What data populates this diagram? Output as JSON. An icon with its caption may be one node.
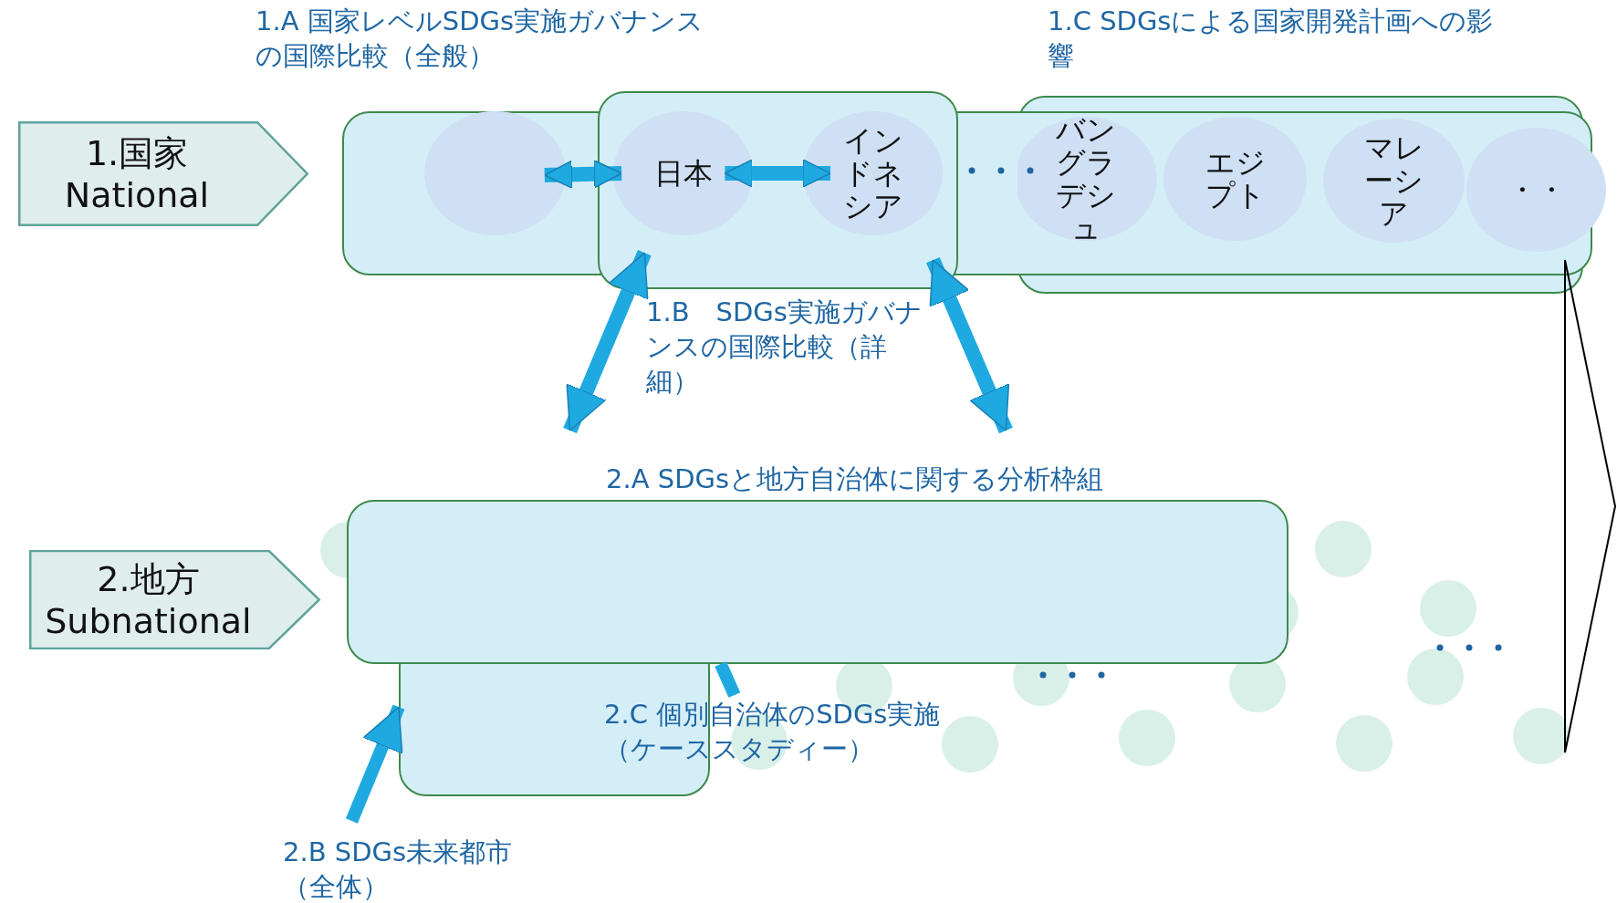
{
  "diagram": {
    "nodes": [
      {
        "text": [
          "1.国家 National"
        ]
      },
      {
        "text": [
          "1.A 国家レベルSDGs実施ガバナンスの国際比較（全般）"
        ]
      },
      {
        "text": [
          "1.C SDGsによる国家開発計画への影響"
        ]
      },
      {
        "text": [
          "1.B　SDGs実施ガバナンスの国際比較（詳細）"
        ]
      },
      {
        "text": [],
        "shape": "circle",
        "in": 1
      },
      {
        "text": [
          "日本"
        ],
        "in": 3
      },
      {
        "text": [
          "インドネシア"
        ],
        "in": 3
      },
      {
        "text": [
          "バングラデシュ"
        ],
        "in": 2
      },
      {
        "text": [
          "エジプト"
        ],
        "in": 2
      },
      {
        "text": [
          "マレーシア"
        ],
        "in": 2
      },
      {
        "text": [
          "・・"
        ]
      },
      {
        "text": [
          "2.地方 Subnational"
        ]
      },
      {
        "text": [
          "2.A SDGsと地方自治体に関する分析枠組"
        ]
      },
      {
        "text": [],
        "shape": "box"
      },
      {
        "text": [
          "2.C 個別自治体のSDGs実施（ケーススタディー）"
        ]
      },
      {
        "text": [
          "2.B SDGs未来都市（全体）"
        ]
      }
    ],
    "edges": [
      {
        "from": 4,
        "to": 5,
        "arrow": "both"
      },
      {
        "from": 5,
        "to": 6,
        "arrow": "both"
      },
      {
        "from": 3,
        "to": 12,
        "arrow": "both"
      },
      {
        "from": 3,
        "to": 12,
        "arrow": "both"
      },
      {
        "from": 15,
        "to": 13,
        "arrow": "to"
      },
      {
        "from": 14,
        "to": 12,
        "arrow": "none"
      }
    ]
  }
}
